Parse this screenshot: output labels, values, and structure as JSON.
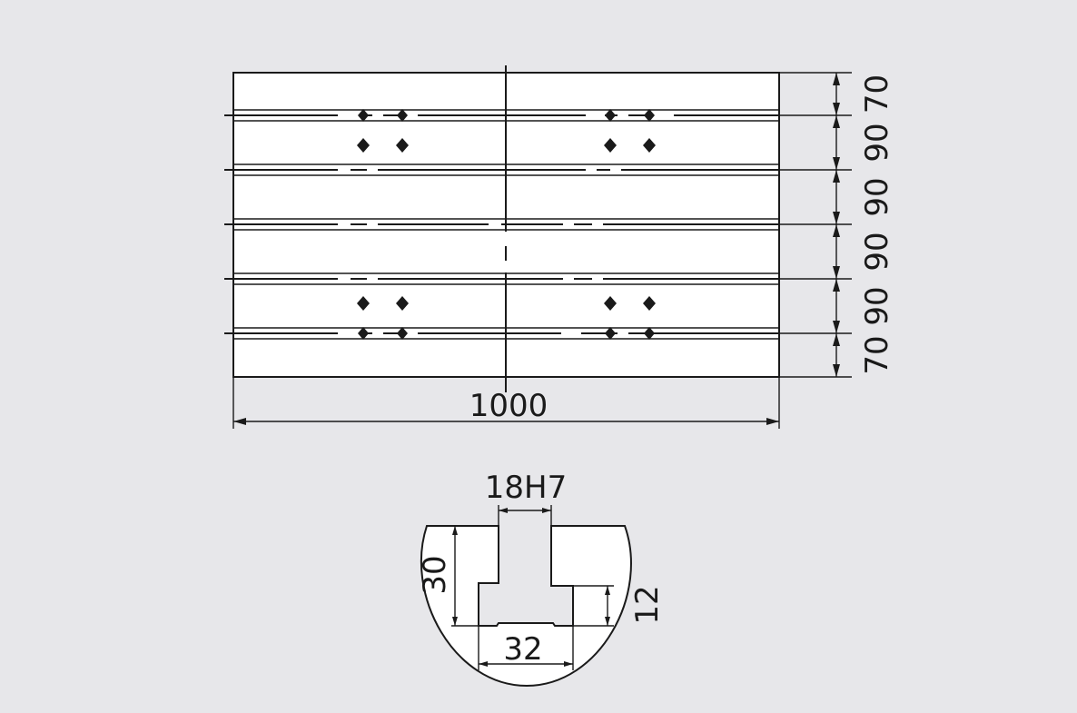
{
  "plan_view": {
    "overall_width_label": "1000",
    "spacing_labels": [
      "70",
      "90",
      "90",
      "90",
      "90",
      "70"
    ]
  },
  "section_view": {
    "slot_width_label": "18H7",
    "depth_label": "30",
    "head_height_label": "12",
    "head_width_label": "32"
  },
  "colors": {
    "background": "#e7e7ea",
    "plate": "#ffffff",
    "line": "#1a1a1a"
  }
}
